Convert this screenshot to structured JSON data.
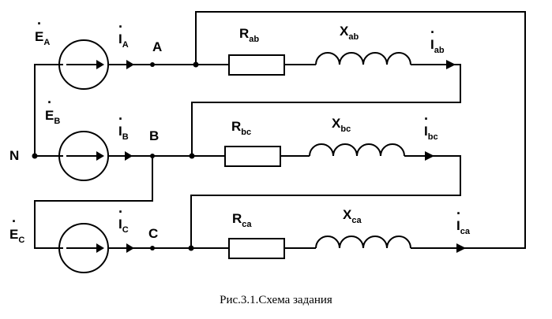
{
  "sources": [
    {
      "id": "A",
      "emf_symbol": "E",
      "emf_sub": "A",
      "current_symbol": "I",
      "current_sub": "A",
      "node_label": "A"
    },
    {
      "id": "B",
      "emf_symbol": "E",
      "emf_sub": "B",
      "current_symbol": "I",
      "current_sub": "B",
      "node_label": "B"
    },
    {
      "id": "C",
      "emf_symbol": "E",
      "emf_sub": "C",
      "current_symbol": "I",
      "current_sub": "C",
      "node_label": "C"
    }
  ],
  "neutral_label": "N",
  "branches": [
    {
      "id": "ab",
      "r_symbol": "R",
      "r_sub": "ab",
      "x_symbol": "X",
      "x_sub": "ab",
      "i_symbol": "I",
      "i_sub": "ab"
    },
    {
      "id": "bc",
      "r_symbol": "R",
      "r_sub": "bc",
      "x_symbol": "X",
      "x_sub": "bc",
      "i_symbol": "I",
      "i_sub": "bc"
    },
    {
      "id": "ca",
      "r_symbol": "R",
      "r_sub": "ca",
      "x_symbol": "X",
      "x_sub": "ca",
      "i_symbol": "I",
      "i_sub": "ca"
    }
  ],
  "caption": "Рис.3.1.Схема задания"
}
